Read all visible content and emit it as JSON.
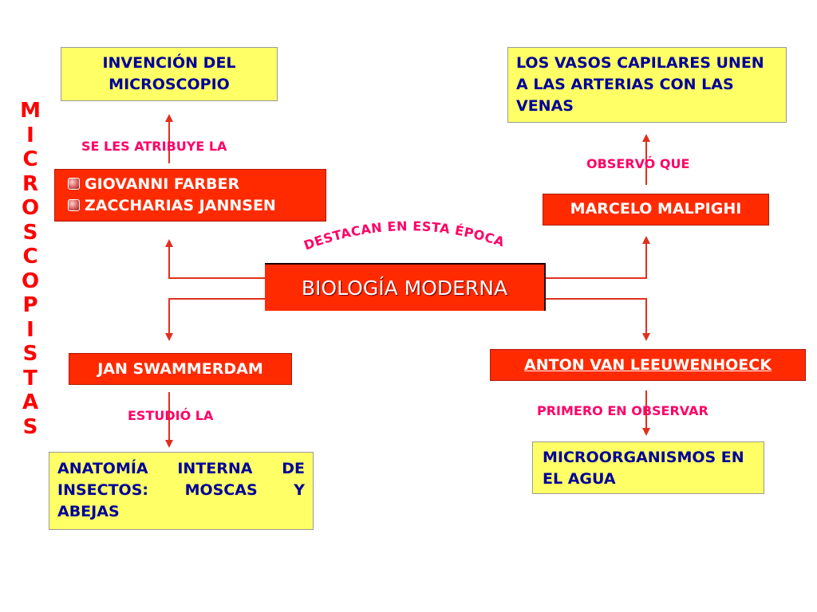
{
  "center": {
    "label": "BIOLOGÍA MODERNA",
    "arc_label": "DESTACAN EN ESTA ÉPOCA"
  },
  "side_label": [
    "M",
    "I",
    "C",
    "R",
    "O",
    "S",
    "C",
    "O",
    "P",
    "I",
    "S",
    "T",
    "A",
    "S"
  ],
  "top_left": {
    "people": [
      "GIOVANNI FARBER",
      "ZACCHARIAS JANNSEN"
    ],
    "link_label": "SE LES ATRIBUYE LA",
    "result": "INVENCIÓN DEL MICROSCOPIO"
  },
  "top_right": {
    "person": "MARCELO MALPIGHI",
    "link_label": "OBSERVÓ QUE",
    "result": "LOS VASOS CAPILARES UNEN A  LAS  ARTERIAS CON  LAS  VENAS"
  },
  "bottom_left": {
    "person": "JAN  SWAMMERDAM",
    "link_label": "ESTUDIÓ  LA",
    "result": "ANATOMÍA INTERNA DE INSECTOS:  MOSCAS  Y ABEJAS"
  },
  "bottom_right": {
    "person": "ANTON VAN LEEUWENHOECK",
    "link_label": "PRIMERO EN OBSERVAR",
    "result": "MICROORGANISMOS EN EL AGUA"
  },
  "colors": {
    "connector": "#e0301e",
    "box_yellow": "#ffff66",
    "box_red": "#ff2a00",
    "text_blue": "#000099",
    "label_pink": "#ff0066"
  }
}
